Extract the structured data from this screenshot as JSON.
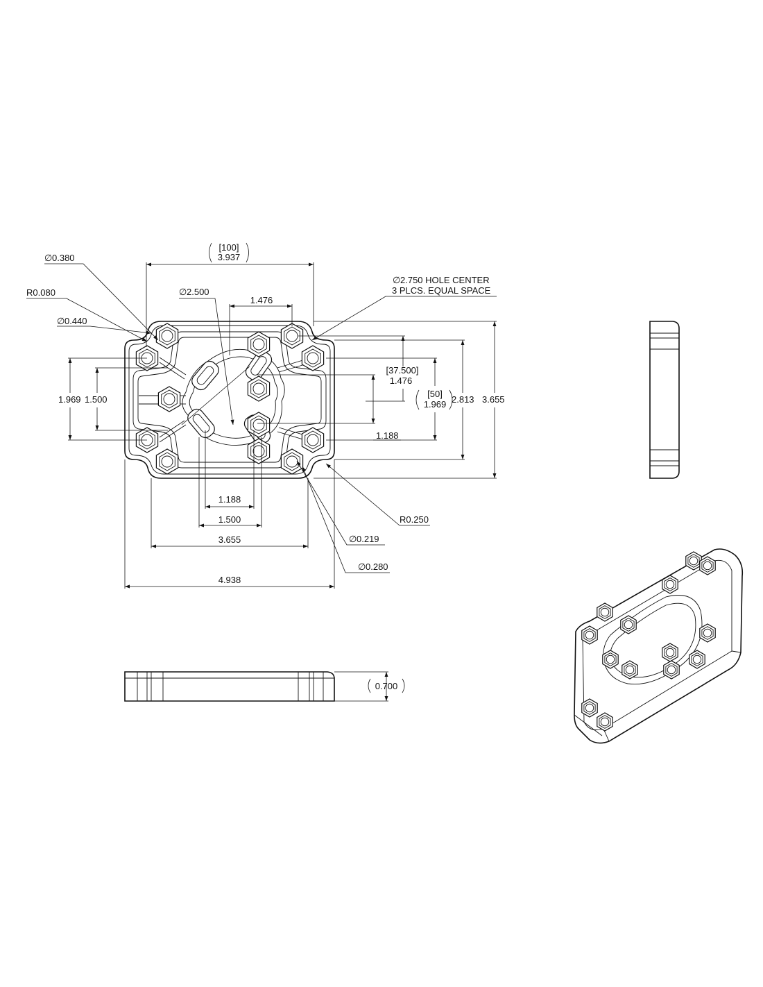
{
  "colors": {
    "line": "#111111",
    "background": "#ffffff"
  },
  "dimensions": {
    "top_width_mm": "[100]",
    "top_width_in": "3.937",
    "dia_0380": "0.380",
    "r_0080": "R0.080",
    "dia_0440": "0.440",
    "dia_2500": "2.500",
    "top_1476": "1.476",
    "hole_center_line1": "2.750 HOLE CENTER",
    "hole_center_line2": "3 PLCS. EQUAL SPACE",
    "right_37500": "[37.500]",
    "right_1476": "1.476",
    "right_50": "[50]",
    "right_1969": "1.969",
    "right_2813": "2.813",
    "right_3655": "3.655",
    "right_1188": "1.188",
    "left_1969": "1.969",
    "left_1500": "1.500",
    "bottom_1188": "1.188",
    "bottom_1500": "1.500",
    "bottom_3655": "3.655",
    "bottom_4938": "4.938",
    "r_0250": "R0.250",
    "dia_0219": "0.219",
    "dia_0280": "0.280",
    "thickness": "0.700",
    "diameter_symbol": "∅"
  }
}
